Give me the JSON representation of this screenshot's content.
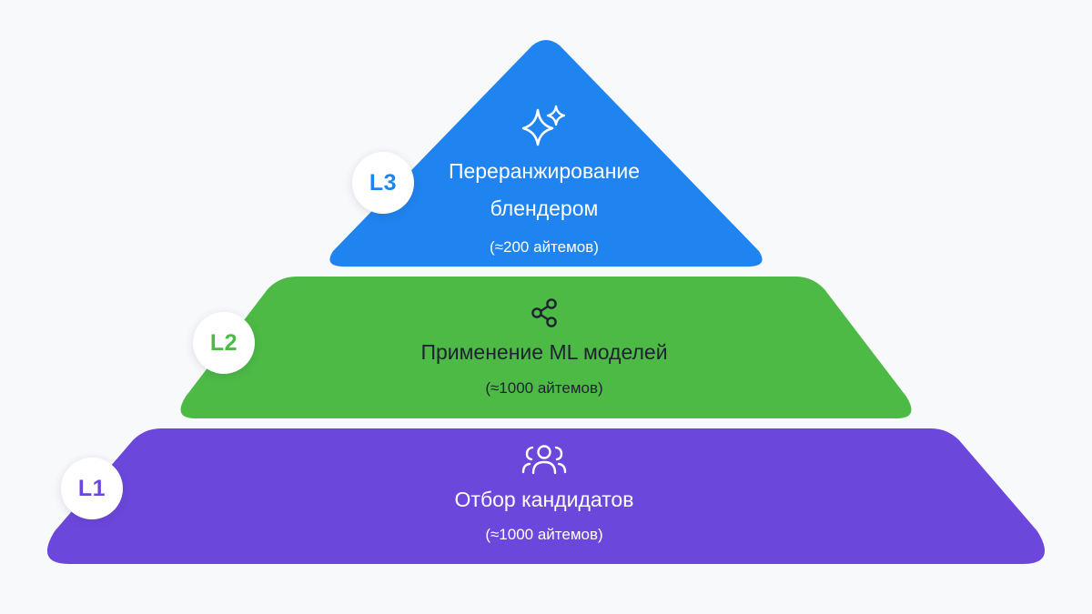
{
  "diagram": {
    "levels": [
      {
        "id": "L3",
        "badge": "L3",
        "title_line1": "Переранжирование",
        "title_line2": "блендером",
        "count": "(≈200 айтемов)",
        "icon": "sparkles-icon",
        "color": "#1f84ef"
      },
      {
        "id": "L2",
        "badge": "L2",
        "title_line1": "Применение ML моделей",
        "count": "(≈1000 айтемов)",
        "icon": "share-nodes-icon",
        "color": "#4cba45"
      },
      {
        "id": "L1",
        "badge": "L1",
        "title_line1": "Отбор кандидатов",
        "count": "(≈1000 айтемов)",
        "icon": "users-icon",
        "color": "#6c47dc"
      }
    ]
  }
}
